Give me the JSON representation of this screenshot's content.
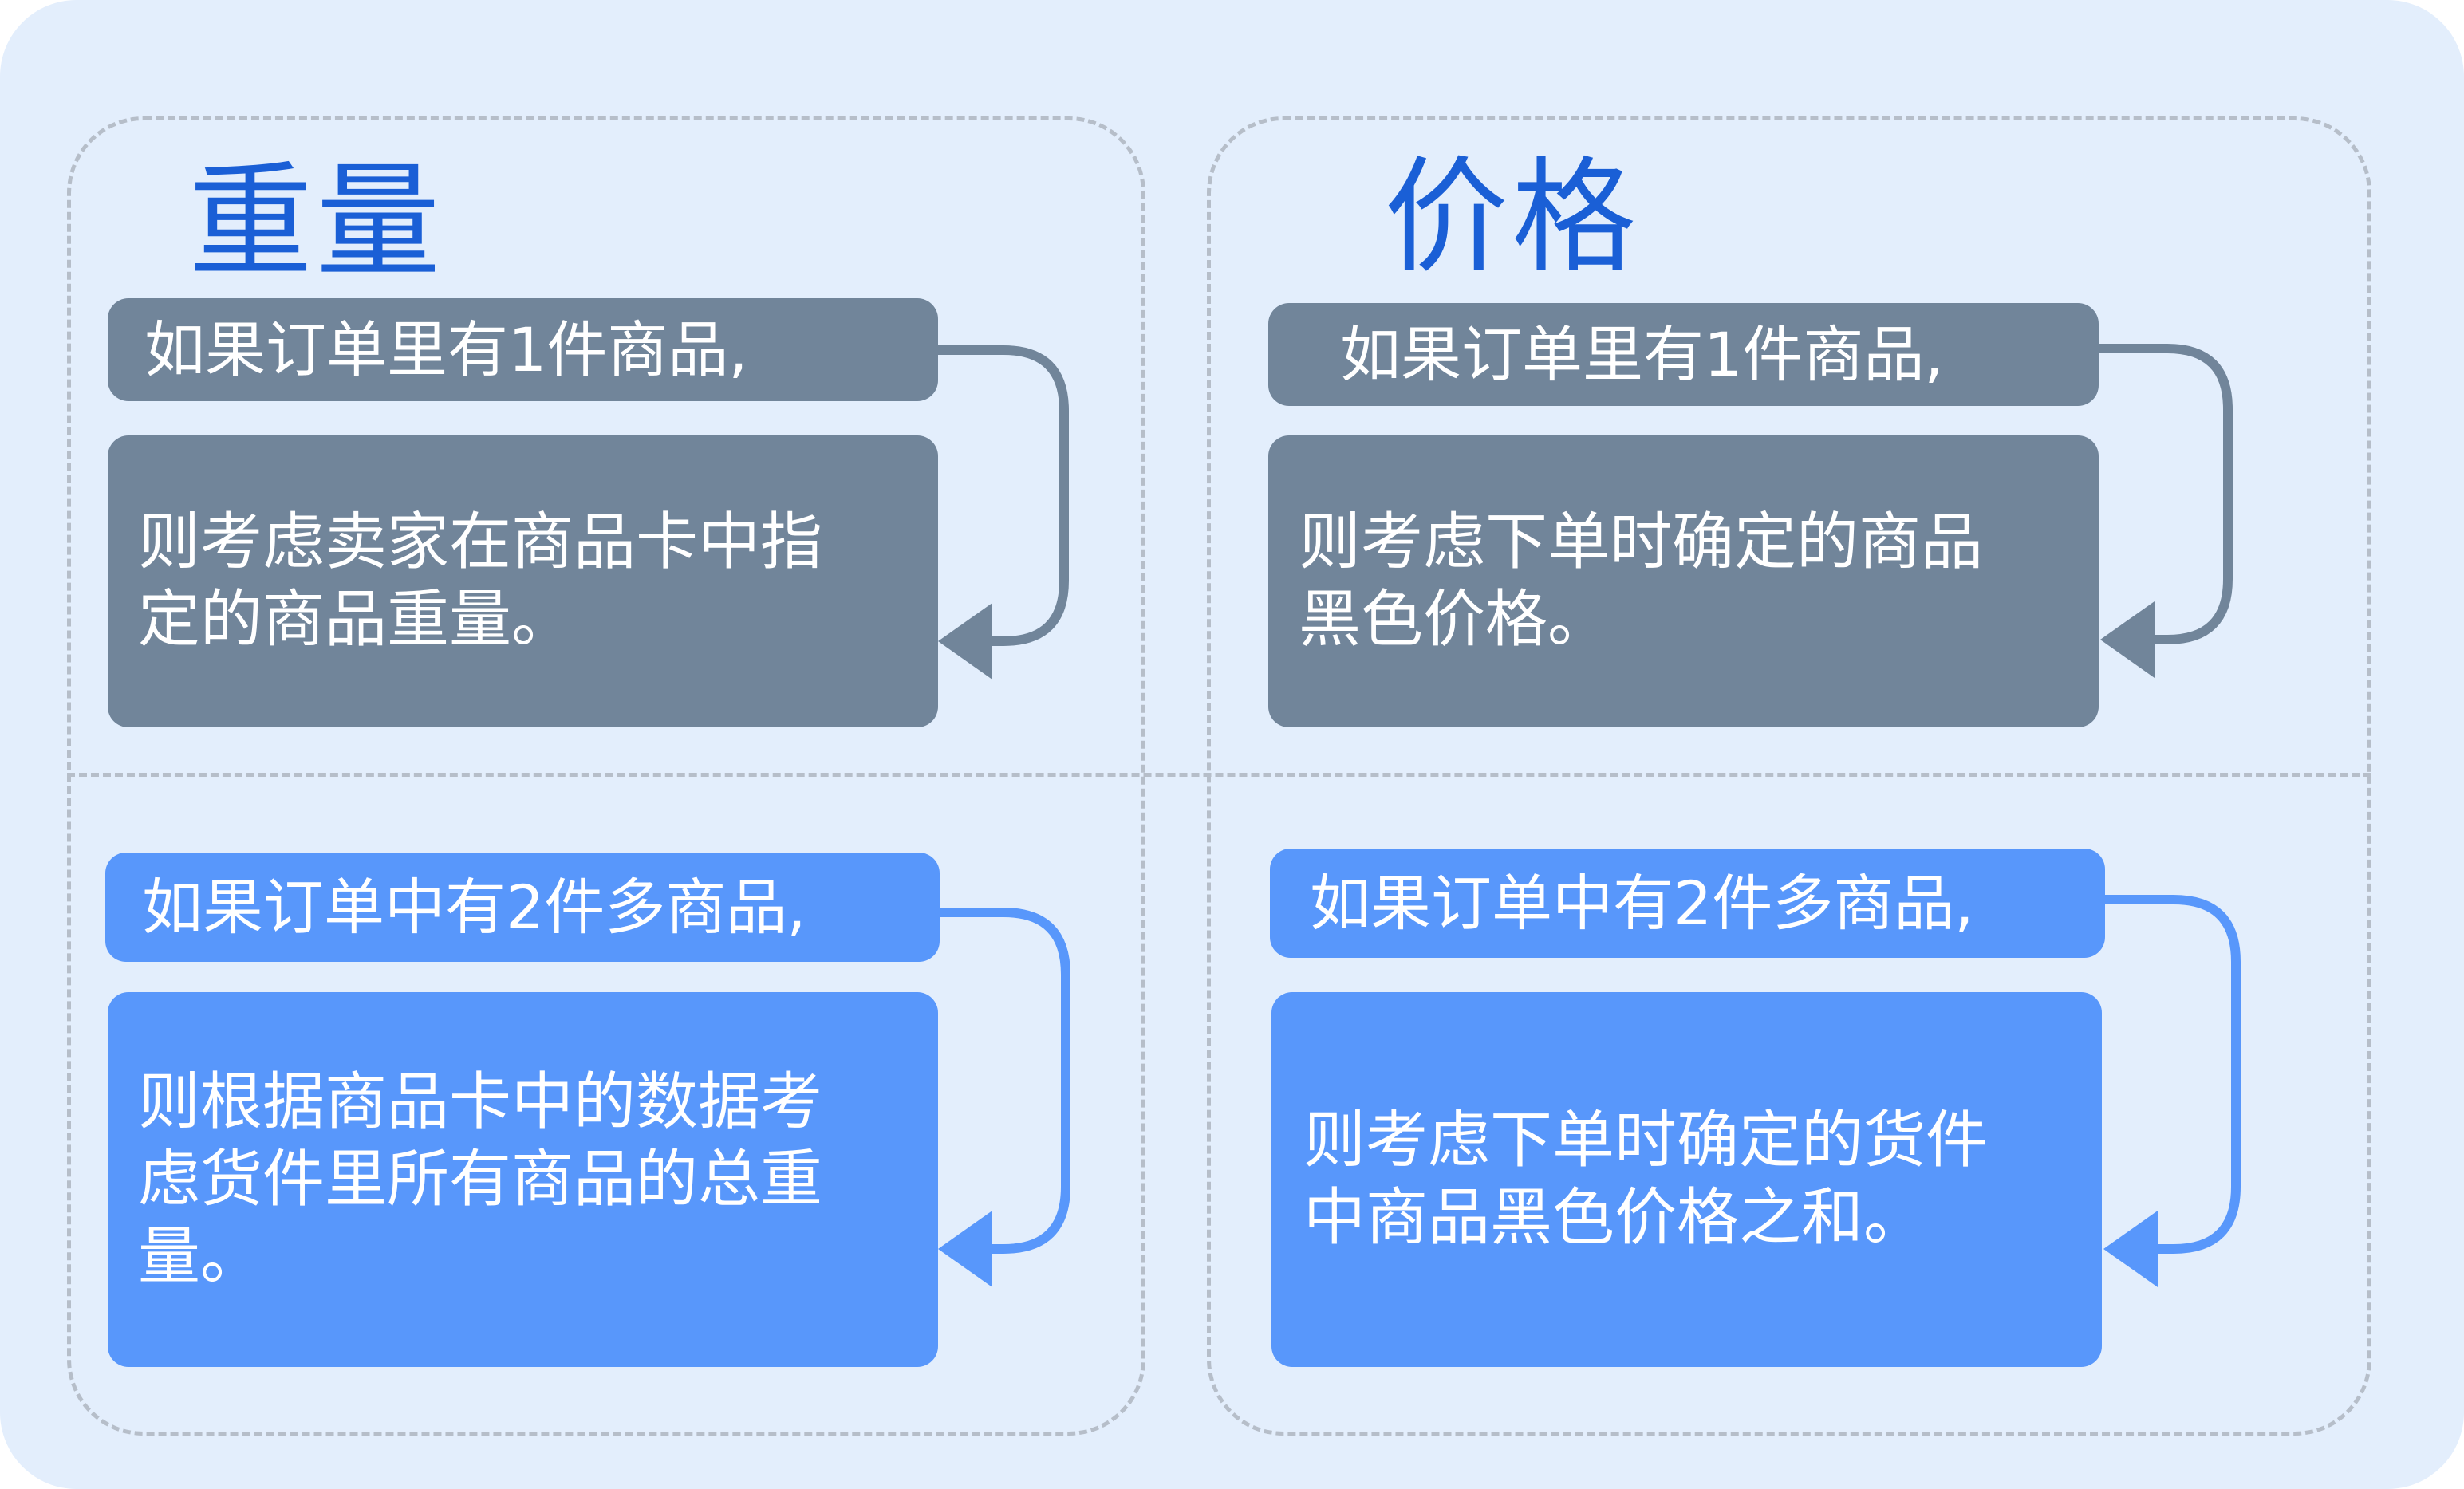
{
  "colors": {
    "background": "#e3eefc",
    "title": "#1a5fd6",
    "grey_box": "#71859a",
    "blue_box": "#5897fb",
    "dashed_border": "#b6bec9"
  },
  "weight": {
    "title": "重量",
    "single": {
      "condition": "如果订单里有1件商品,",
      "result": "则考虑卖家在商品卡中指定的商品重量。"
    },
    "multiple": {
      "condition": "如果订单中有2件多商品,",
      "result": "则根据商品卡中的数据考虑货件里所有商品的总重量。"
    }
  },
  "price": {
    "title": "价格",
    "single": {
      "condition": "如果订单里有1件商品,",
      "result": "则考虑下单时确定的商品黑色价格。"
    },
    "multiple": {
      "condition": "如果订单中有2件多商品,",
      "result": "则考虑下单时确定的货件中商品黑色价格之和。"
    }
  }
}
